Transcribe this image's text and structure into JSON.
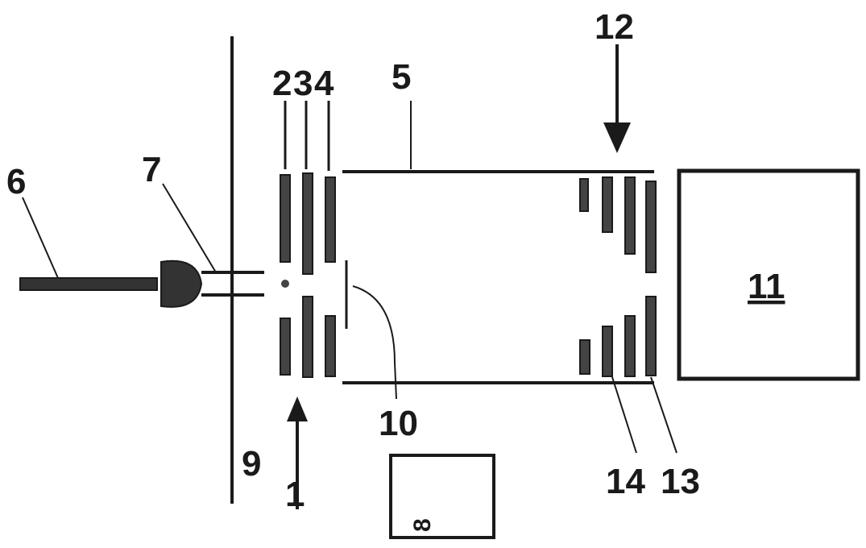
{
  "labels": {
    "l1": "1",
    "l2": "2",
    "l3": "3",
    "l4": "4",
    "l5": "5",
    "l6": "6",
    "l7": "7",
    "l8": "8",
    "l9": "9",
    "l10": "10",
    "l11": "11",
    "l12": "12",
    "l13": "13",
    "l14": "14"
  },
  "colors": {
    "line": "#1a1a1a",
    "plate_fill": "#4a4a4a",
    "background": "#ffffff"
  }
}
